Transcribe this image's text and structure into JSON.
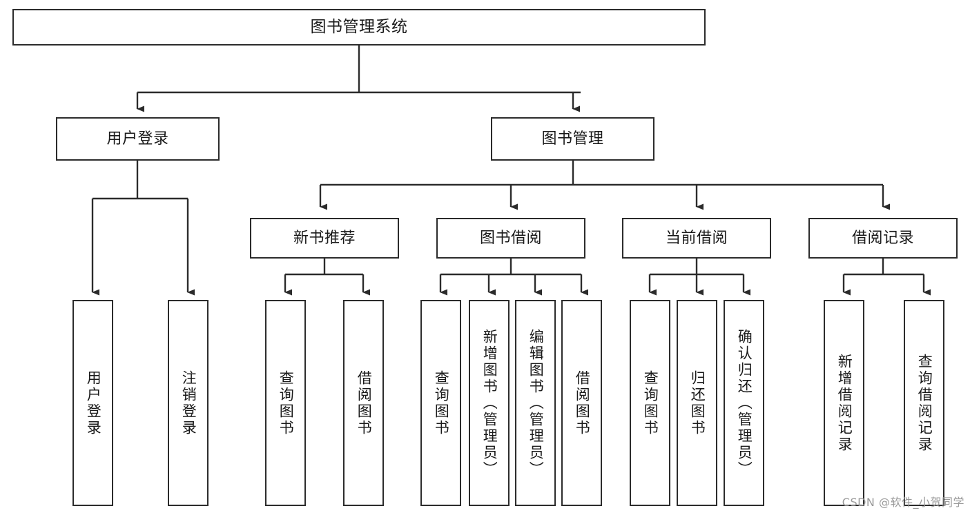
{
  "diagram": {
    "type": "tree-hierarchy-chart",
    "title": "图书管理系统",
    "watermark": "CSDN @软件_小贺同学",
    "colors": {
      "box_border": "#2b2b2b",
      "box_fill": "#ffffff",
      "connector": "#2b2b2b",
      "text": "#1a1a1a",
      "watermark": "#9a9a9a",
      "background": "#ffffff"
    },
    "levels": [
      {
        "level": 1,
        "nodes": [
          {
            "id": "root",
            "label": "图书管理系统",
            "orientation": "horizontal"
          }
        ]
      },
      {
        "level": 2,
        "nodes": [
          {
            "id": "user-login",
            "label": "用户登录",
            "orientation": "horizontal",
            "parent": "root"
          },
          {
            "id": "book-manage",
            "label": "图书管理",
            "orientation": "horizontal",
            "parent": "root"
          }
        ]
      },
      {
        "level": 3,
        "nodes": [
          {
            "id": "new-book-rec",
            "label": "新书推荐",
            "orientation": "horizontal",
            "parent": "book-manage"
          },
          {
            "id": "book-borrow",
            "label": "图书借阅",
            "orientation": "horizontal",
            "parent": "book-manage"
          },
          {
            "id": "current-borrow",
            "label": "当前借阅",
            "orientation": "horizontal",
            "parent": "book-manage"
          },
          {
            "id": "borrow-record",
            "label": "借阅记录",
            "orientation": "horizontal",
            "parent": "book-manage"
          }
        ]
      },
      {
        "level": 4,
        "nodes": [
          {
            "id": "leaf-user-login",
            "label": "用户登录",
            "orientation": "vertical",
            "parent": "user-login"
          },
          {
            "id": "leaf-logout",
            "label": "注销登录",
            "orientation": "vertical",
            "parent": "user-login"
          },
          {
            "id": "leaf-query-book-1",
            "label": "查询图书",
            "orientation": "vertical",
            "parent": "new-book-rec"
          },
          {
            "id": "leaf-borrow-book-1",
            "label": "借阅图书",
            "orientation": "vertical",
            "parent": "new-book-rec"
          },
          {
            "id": "leaf-query-book-2",
            "label": "查询图书",
            "orientation": "vertical",
            "parent": "book-borrow"
          },
          {
            "id": "leaf-add-book",
            "label": "新增图书（管理员）",
            "orientation": "vertical",
            "parent": "book-borrow"
          },
          {
            "id": "leaf-edit-book",
            "label": "编辑图书（管理员）",
            "orientation": "vertical",
            "parent": "book-borrow"
          },
          {
            "id": "leaf-borrow-book-2",
            "label": "借阅图书",
            "orientation": "vertical",
            "parent": "book-borrow"
          },
          {
            "id": "leaf-query-book-3",
            "label": "查询图书",
            "orientation": "vertical",
            "parent": "current-borrow"
          },
          {
            "id": "leaf-return-book",
            "label": "归还图书",
            "orientation": "vertical",
            "parent": "current-borrow"
          },
          {
            "id": "leaf-confirm-return",
            "label": "确认归还（管理员）",
            "orientation": "vertical",
            "parent": "current-borrow"
          },
          {
            "id": "leaf-add-record",
            "label": "新增借阅记录",
            "orientation": "vertical",
            "parent": "borrow-record"
          },
          {
            "id": "leaf-query-record",
            "label": "查询借阅记录",
            "orientation": "vertical",
            "parent": "borrow-record"
          }
        ]
      }
    ]
  }
}
